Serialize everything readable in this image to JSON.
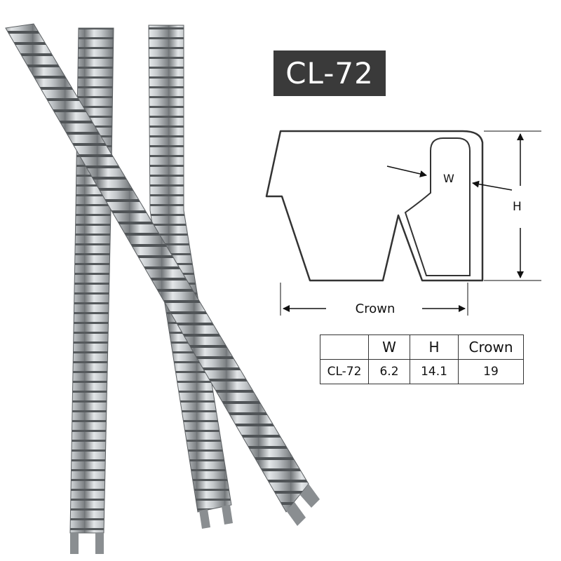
{
  "model_badge": "CL-72",
  "diagram": {
    "w_label": "W",
    "h_label": "H",
    "crown_label": "Crown"
  },
  "spec_table": {
    "headers": [
      "",
      "W",
      "H",
      "Crown"
    ],
    "rows": [
      [
        "CL-72",
        "6.2",
        "14.1",
        "19"
      ]
    ]
  },
  "colors": {
    "badge_bg": "#3a3a3a",
    "badge_text": "#ffffff",
    "staple_metal": "#b8bcbf",
    "outline": "#333333"
  }
}
